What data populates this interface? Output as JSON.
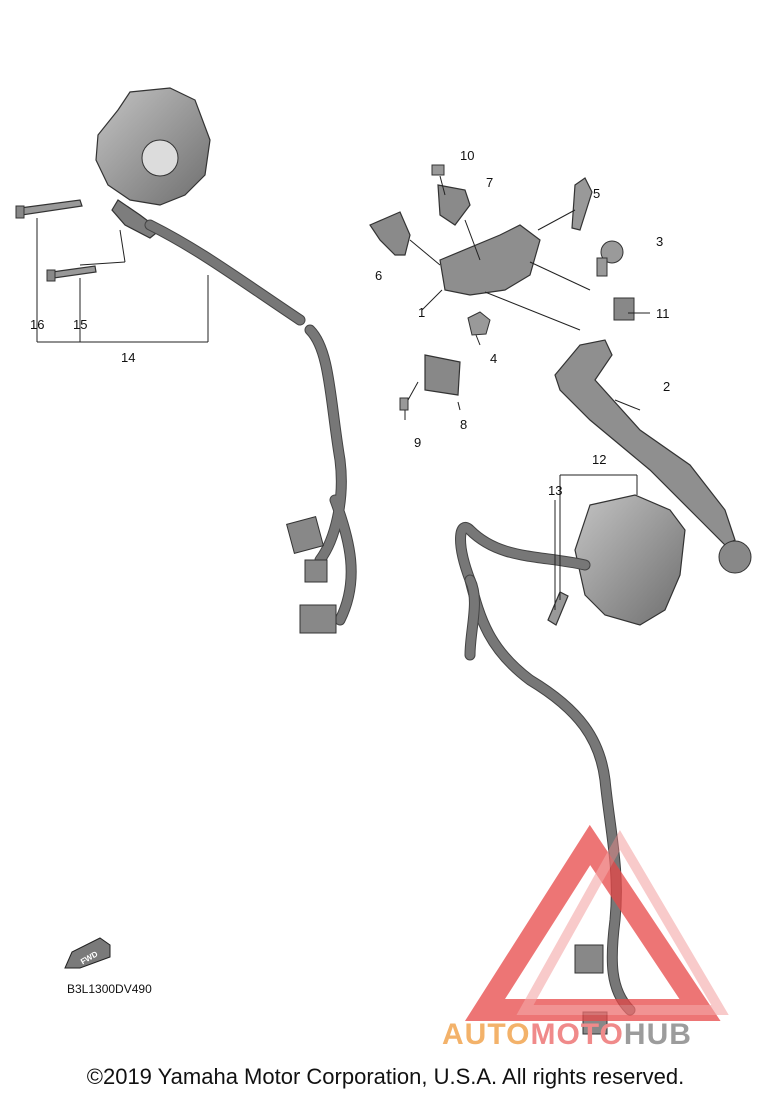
{
  "callouts": [
    "1",
    "2",
    "3",
    "4",
    "5",
    "6",
    "7",
    "8",
    "9",
    "10",
    "11",
    "12",
    "13",
    "14",
    "15",
    "16"
  ],
  "fwd_label": "FWD",
  "diagram_code": "B3L1300DV490",
  "copyright": "©2019 Yamaha Motor Corporation, U.S.A. All rights reserved.",
  "watermark": {
    "part1": "AUTO",
    "part2": "MOTO",
    "part3": "HUB"
  },
  "colors": {
    "part_fill": "#9a9a9a",
    "part_dark": "#6f6f6f",
    "watermark_red": "#e84848",
    "watermark_orange": "#f3b26a"
  }
}
